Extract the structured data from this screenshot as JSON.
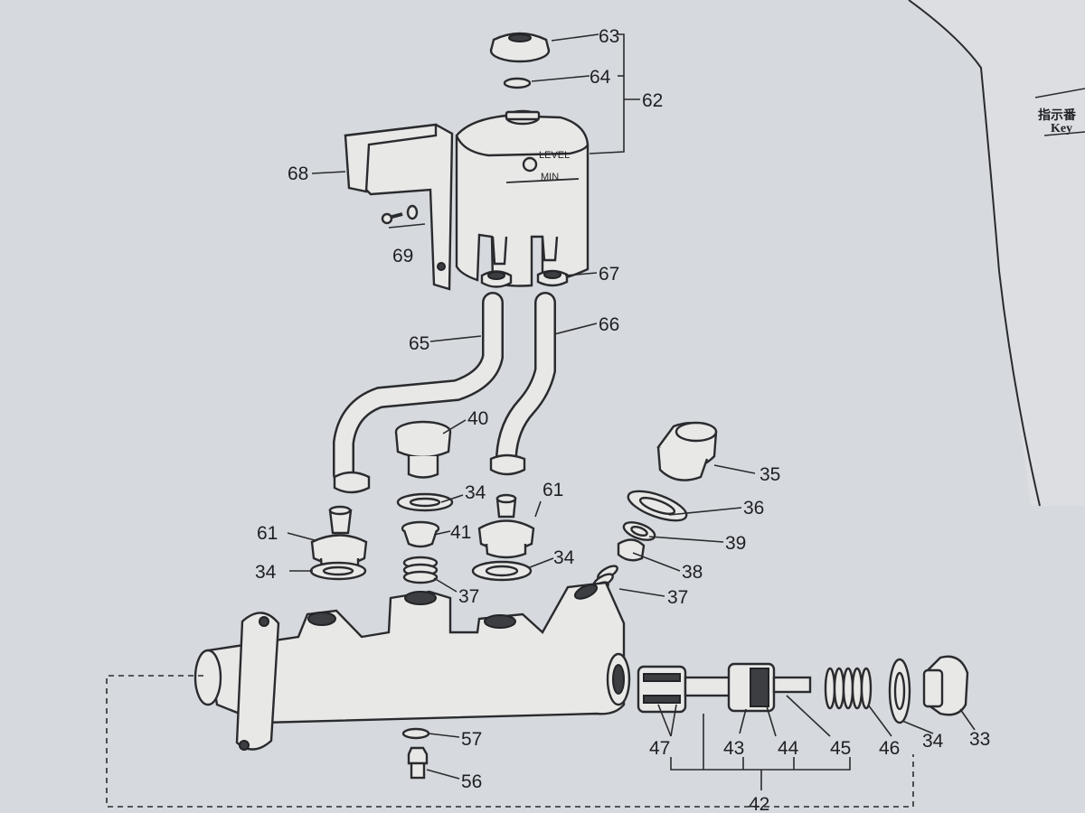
{
  "reservoir": {
    "level_mark": "LEVEL",
    "min_mark": "MIN"
  },
  "header": {
    "line1": "指示番",
    "line2": "Key"
  },
  "labels": [
    "63",
    "64",
    "62",
    "68",
    "69",
    "67",
    "65",
    "66",
    "40",
    "35",
    "34",
    "61",
    "36",
    "39",
    "34",
    "61",
    "41",
    "38",
    "34",
    "37",
    "37",
    "57",
    "47",
    "43",
    "44",
    "45",
    "46",
    "34",
    "33",
    "56",
    "42"
  ]
}
